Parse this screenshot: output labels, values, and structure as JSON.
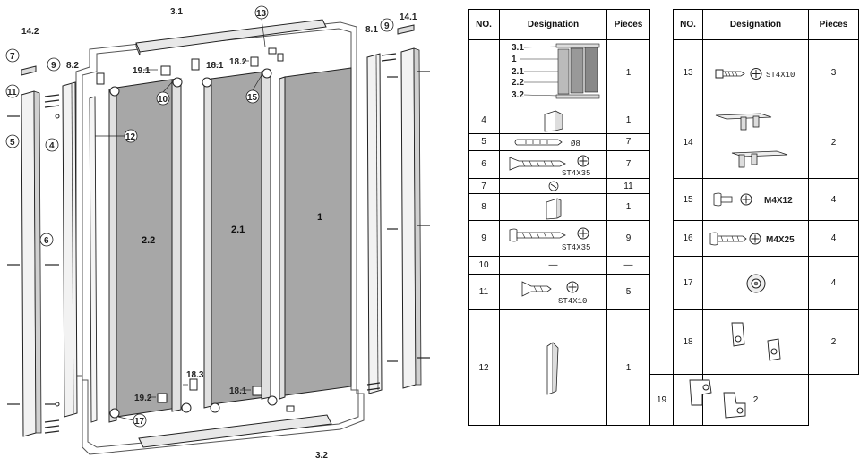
{
  "diagram": {
    "callouts": {
      "c3_1": "3.1",
      "c3_2": "3.2",
      "c13": "13",
      "c14_2": "14.2",
      "c14_1": "14.1",
      "c7": "7",
      "c9l": "9",
      "c8_2": "8.2",
      "c8_1": "8.1",
      "c9r": "9",
      "c11": "11",
      "c5": "5",
      "c4": "4",
      "c6": "6",
      "c12": "12",
      "c19_1": "19.1",
      "c18_1": "18.1",
      "c18_2": "18.2",
      "c10": "10",
      "c15": "15",
      "c19_2": "19.2",
      "c18_3": "18.3",
      "c18_1b": "18.1",
      "c17": "17",
      "p2_2": "2.2",
      "p2_1": "2.1",
      "p1": "1"
    }
  },
  "table": {
    "headers": {
      "no": "NO.",
      "designation": "Designation",
      "pieces": "Pieces"
    },
    "left_rows": [
      {
        "no": "",
        "pieces": "1",
        "sub_labels": [
          "3.1",
          "1",
          "2.1",
          "2.2",
          "3.2"
        ]
      },
      {
        "no": "4",
        "pieces": "1"
      },
      {
        "no": "5",
        "pieces": "7",
        "note": "Ø8"
      },
      {
        "no": "6",
        "pieces": "7",
        "note": "ST4X35"
      },
      {
        "no": "7",
        "pieces": "11"
      },
      {
        "no": "8",
        "pieces": "1"
      },
      {
        "no": "9",
        "pieces": "9",
        "note": "ST4X35"
      },
      {
        "no": "10",
        "pieces": "—",
        "designation_dash": "—"
      },
      {
        "no": "11",
        "pieces": "5",
        "note": "ST4X10"
      },
      {
        "no": "12",
        "pieces": "1"
      }
    ],
    "right_rows": [
      {
        "no": "13",
        "pieces": "3",
        "note": "ST4X10"
      },
      {
        "no": "14",
        "pieces": "2"
      },
      {
        "no": "15",
        "pieces": "4",
        "note": "M4X12"
      },
      {
        "no": "16",
        "pieces": "4",
        "note": "M4X25"
      },
      {
        "no": "17",
        "pieces": "4"
      },
      {
        "no": "18",
        "pieces": "2"
      },
      {
        "no": "19",
        "pieces": "2"
      }
    ]
  }
}
